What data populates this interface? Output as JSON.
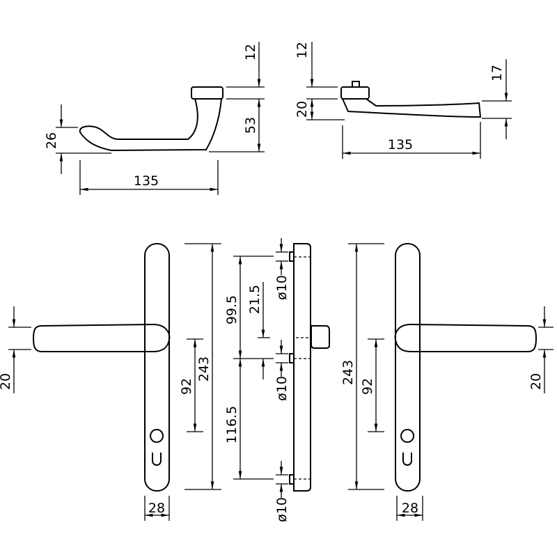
{
  "dimensions": {
    "top_left": {
      "width": "135",
      "grip_height": "26",
      "rose_height": "12",
      "lever_drop": "53"
    },
    "top_right": {
      "width": "135",
      "rose_height": "12",
      "lever_offset": "20",
      "tip_height": "17"
    },
    "front_left": {
      "lever_height": "20",
      "spindle_to_cylinder": "92",
      "plate_length": "243",
      "plate_width": "28"
    },
    "side": {
      "top_to_spindle": "99.5",
      "spindle_offset": "21.5",
      "spindle_to_bottom": "116.5",
      "bolt_top": "ø10",
      "bolt_mid": "ø10",
      "bolt_bottom": "ø10"
    },
    "front_right": {
      "plate_length": "243",
      "spindle_to_cylinder": "92",
      "lever_height": "20",
      "plate_width": "28"
    }
  },
  "colors": {
    "line": "#000000",
    "background": "#ffffff"
  }
}
